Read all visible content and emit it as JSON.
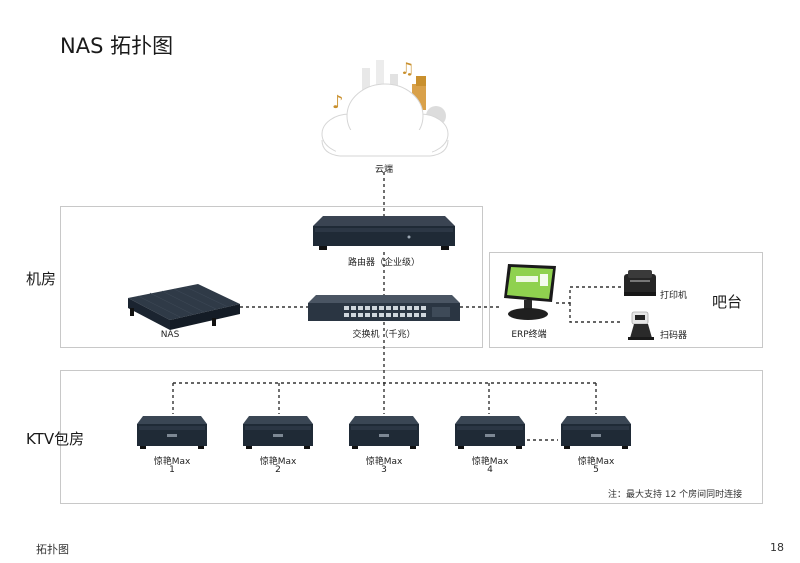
{
  "page": {
    "title": "NAS 拓扑图",
    "footer_left": "拓扑图",
    "page_number": "18"
  },
  "zones": {
    "machine_room": "机房",
    "bar": "吧台",
    "ktv": "KTV包房"
  },
  "nodes": {
    "cloud": "云端",
    "router": "路由器（企业级）",
    "switch": "交换机（千兆）",
    "nas": "NAS",
    "erp": "ERP终端",
    "printer": "打印机",
    "scanner": "扫码器"
  },
  "ktv_boxes": [
    {
      "name": "惊艳Max",
      "index": "1"
    },
    {
      "name": "惊艳Max",
      "index": "2"
    },
    {
      "name": "惊艳Max",
      "index": "3"
    },
    {
      "name": "惊艳Max",
      "index": "4"
    },
    {
      "name": "惊艳Max",
      "index": "5"
    }
  ],
  "ktv_note": "注：最大支持 12 个房间同时连接",
  "colors": {
    "box_body": "#1f2a36",
    "accent": "#c9902e",
    "border": "#c8c8c8"
  }
}
